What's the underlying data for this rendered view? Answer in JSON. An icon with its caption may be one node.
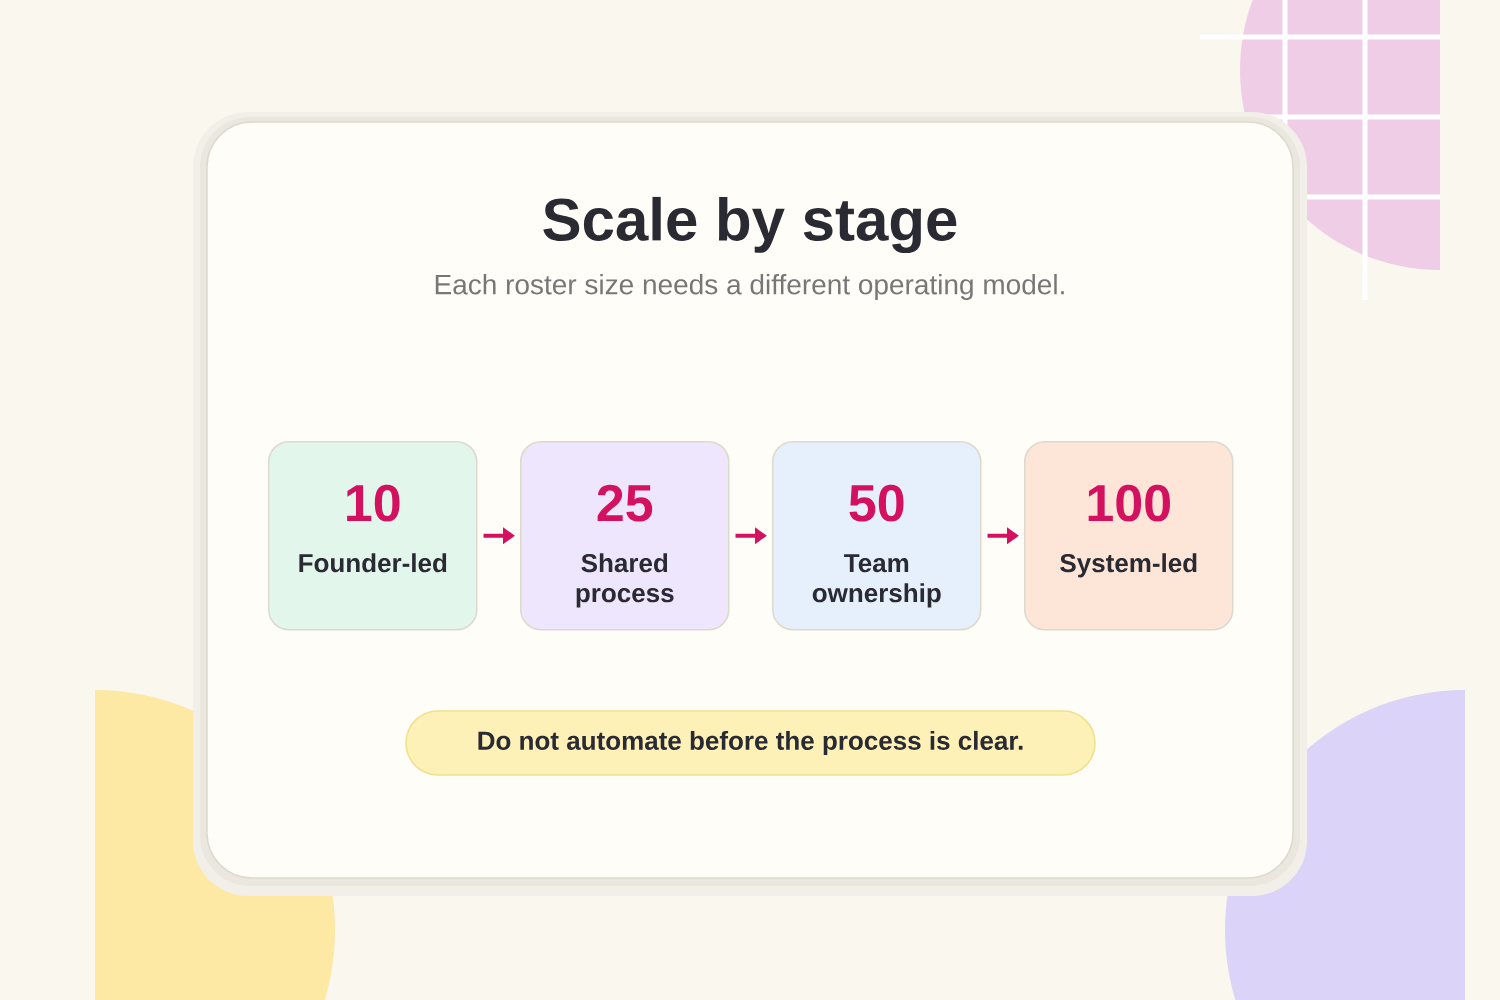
{
  "diagram": {
    "title": "Scale by stage",
    "nodes": [
      {
        "text": [
          "10",
          "Founder-led"
        ]
      },
      {
        "text": [
          "25",
          "Shared process"
        ]
      },
      {
        "text": [
          "50",
          "Team ownership"
        ]
      },
      {
        "text": [
          "100",
          "System-led"
        ]
      },
      {
        "text": [
          "Do not automate before the process is clear."
        ]
      }
    ],
    "edges": [
      {
        "from": 0,
        "to": 1,
        "arrow": "to"
      },
      {
        "from": 1,
        "to": 2,
        "arrow": "to"
      },
      {
        "from": 2,
        "to": 3,
        "arrow": "to"
      }
    ],
    "labels": [
      "Each roster size needs a different operating model."
    ]
  }
}
